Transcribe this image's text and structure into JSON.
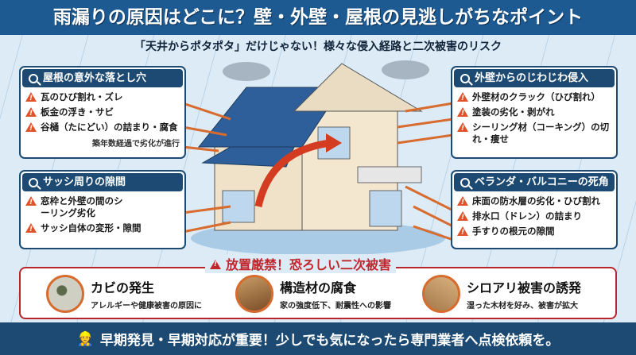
{
  "title": "雨漏りの原因はどこに？壁・外壁・屋根の見逃しがちなポイント",
  "subtitle": "「天井からポタポタ」だけじゃない！様々な侵入経路と二次被害のリスク",
  "roof": {
    "heading": "屋根の意外な落とし穴",
    "items": [
      "瓦のひび割れ・ズレ",
      "板金の浮き・サビ",
      "谷樋（たにどい）の詰まり・腐食"
    ],
    "note": "築年数経過で劣化が進行"
  },
  "sash": {
    "heading": "サッシ周りの隙間",
    "items": [
      "窓枠と外壁の間のシーリング劣化",
      "サッシ自体の変形・隙間"
    ]
  },
  "wall": {
    "heading": "外壁からのじわじわ侵入",
    "items": [
      "外壁材のクラック（ひび割れ）",
      "塗装の劣化・剥がれ",
      "シーリング材（コーキング）の切れ・痩せ"
    ]
  },
  "veranda": {
    "heading": "ベランダ・バルコニーの死角",
    "items": [
      "床面の防水層の劣化・ひび割れ",
      "排水口（ドレン）の詰まり",
      "手すりの根元の隙間"
    ]
  },
  "risk": {
    "heading": "放置厳禁！恐ろしい二次被害",
    "items": [
      {
        "title": "カビの発生",
        "desc": "アレルギーや健康被害の原因に"
      },
      {
        "title": "構造材の腐食",
        "desc": "家の強度低下、耐震性への影響"
      },
      {
        "title": "シロアリ被害の誘発",
        "desc": "湿った木材を好み、被害が拡大"
      }
    ]
  },
  "footer": "早期発見・早期対応が重要！少しでも気になったら専門業者へ点検依頼を。",
  "colors": {
    "primary": "#1d4a72",
    "warning": "#e0532a",
    "danger": "#c0262c"
  }
}
